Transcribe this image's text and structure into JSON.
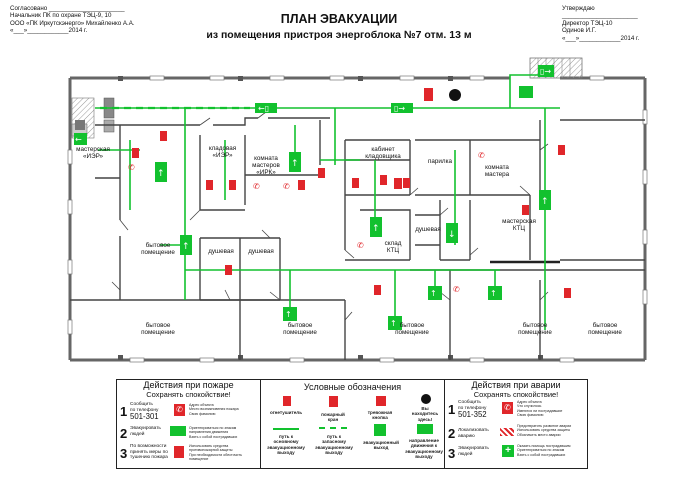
{
  "header": {
    "left": [
      "Согласовано ______________________",
      "Начальник ПК по охране ТЭЦ-9, 10",
      "ООО «ПК Иркутскэнерго» Михайленко А.А.",
      "«___»____________2014 г."
    ],
    "right": [
      "Утверждаю ______________________",
      "Директор ТЭЦ-10",
      "Одинов И.Г.",
      "«___»____________2014 г."
    ],
    "title": "ПЛАН ЭВАКУАЦИИ",
    "subtitle": "из помещения пристроя энергоблока №7 отм. 13 м"
  },
  "rooms": [
    {
      "id": "masterskaya-iep",
      "text": "мастерская\n«ИЭР»"
    },
    {
      "id": "kladovaya-iep",
      "text": "кладовая\n«ИЭР»"
    },
    {
      "id": "komnata-masterov-irk",
      "text": "комната\nмастеров\n«ИРК»"
    },
    {
      "id": "kabinet-kladovshika",
      "text": "кабинет\nкладовщика"
    },
    {
      "id": "parilka",
      "text": "парилка"
    },
    {
      "id": "komnata-mastera",
      "text": "комната\nмастера"
    },
    {
      "id": "masterskaya-ktc",
      "text": "мастерская\nКТЦ"
    },
    {
      "id": "sklad-ktc",
      "text": "склад\nКТЦ"
    },
    {
      "id": "dushevaya-r",
      "text": "душевая"
    },
    {
      "id": "bytovoe-1",
      "text": "бытовое\nпомещение"
    },
    {
      "id": "dushevaya-1",
      "text": "душевая"
    },
    {
      "id": "dushevaya-2",
      "text": "душевая"
    },
    {
      "id": "bytovoe-2",
      "text": "бытовое\nпомещение"
    },
    {
      "id": "bytovoe-3",
      "text": "бытовое\nпомещение"
    },
    {
      "id": "bytovoe-4",
      "text": "бытовое\nпомещение"
    },
    {
      "id": "bytovoe-5",
      "text": "бытовое\nпомещение"
    },
    {
      "id": "bytovoe-6",
      "text": "бытовое\nпомещение"
    }
  ],
  "fire_actions": {
    "title": "Действия при пожаре",
    "subtitle": "Сохранять спокойствие!",
    "steps": [
      {
        "num": "1",
        "text": "Сообщить\nпо телефону",
        "big": "501-301",
        "bullets": [
          "Адрес объекта",
          "Место возникновения пожара",
          "Свою фамилию"
        ]
      },
      {
        "num": "2",
        "text": "Эвакуировать\nлюдей",
        "bullets": [
          "Ориентироваться по знакам",
          "направления движения",
          "Взять с собой пострадавших"
        ]
      },
      {
        "num": "3",
        "text": "По возможности\nпринять меры по\nтушению пожара",
        "bullets": [
          "Использовать средства",
          "противопожарной защиты",
          "При необходимости обесточить",
          "помещение"
        ]
      }
    ]
  },
  "legend": {
    "title": "Условные обозначения",
    "items": [
      "огнетушитель",
      "пожарный\nкран",
      "тревожная\nкнопка",
      "Вы\nнаходитесь\nздесь!",
      "путь к\nосновному\nэвакуационному\nвыходу",
      "путь к\nзапасному\nэвакуационному\nвыходу",
      "эвакуационный\nвыход",
      "направление\nдвижения к\nэвакуационному\nвыходу"
    ]
  },
  "accident_actions": {
    "title": "Действия при аварии",
    "subtitle": "Сохранять спокойствие!",
    "steps": [
      {
        "num": "1",
        "text": "Сообщить\nпо телефону",
        "big": "501-352",
        "bullets": [
          "Адрес объекта",
          "Что случилось",
          "Имеются ли пострадавшие",
          "Свою фамилию"
        ]
      },
      {
        "num": "2",
        "text": "Локализовать\nаварию",
        "bullets": [
          "Предотвратить развитие аварии",
          "Использовать средства защиты",
          "Обозначить место аварии"
        ]
      },
      {
        "num": "3",
        "text": "Эвакуировать\nлюдей",
        "bullets": [
          "Оказать помощь пострадавшим",
          "Ориентироваться по знакам",
          "Взять с собой пострадавших"
        ]
      }
    ]
  },
  "colors": {
    "evac": "#12c12e",
    "fire": "#e0262a",
    "wall": "#666666"
  }
}
